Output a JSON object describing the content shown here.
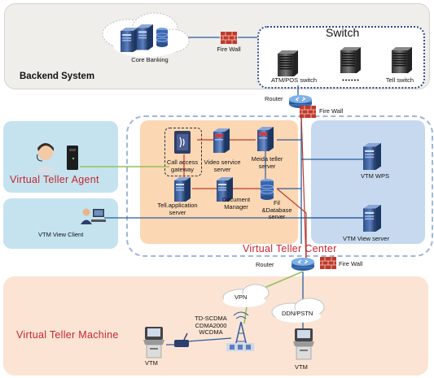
{
  "backend": {
    "title": "Backend System",
    "core_banking": "Core Banking",
    "firewall": "Fire Wall",
    "switch_title": "Switch",
    "atm_pos_switch": "ATM/POS switch",
    "ellipsis": "••••••",
    "tell_switch": "Tell switch"
  },
  "center": {
    "title": "Virtual  Teller  Center",
    "router_top": "Router",
    "firewall_top": "Fire Wall",
    "call_access_gateway": "Call access gateway",
    "video_service_server": "Video service server",
    "media_teller_server": "Meida teller server",
    "tell_application_server": "Tell.application server",
    "document_manager": "Document Manager",
    "file_database_server": "Fil &Database server",
    "vtm_wps": "VTM  WPS",
    "vtm_view_server": "VTM  View  server",
    "router_bottom": "Router",
    "firewall_bottom": "Fire Wall"
  },
  "agent": {
    "title": "Virtual  Teller  Agent",
    "view_client": "VTM View Client"
  },
  "machine": {
    "title": "Virtual  Teller  Machine",
    "vpn": "VPN",
    "ddn_pstn": "DDN/PSTN",
    "mobile_networks": "TD-SCDMA\nCDMA2000\nWCDMA",
    "vtm_left": "VTM",
    "vtm_right": "VTM"
  },
  "colors": {
    "title_red": "#c6262f",
    "link_green": "#93c15a",
    "link_blue": "#2e5c9e",
    "link_red": "#c0392b"
  }
}
